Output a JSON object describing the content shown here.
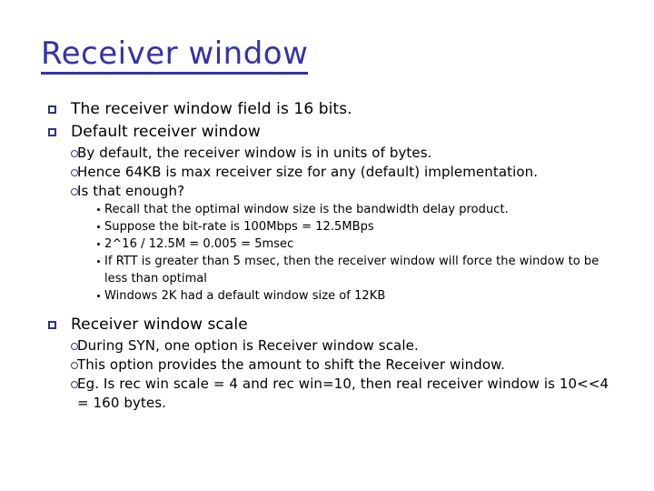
{
  "slide": {
    "title": "Receiver window",
    "title_color": "#3333AA",
    "background_color": "#FFFFFF",
    "text_color": "#000000",
    "marker_colors": {
      "level1_square": "#33337F",
      "level2_circle": "#3B3B7A",
      "level3_dot": "#000000"
    },
    "content": {
      "b1": "The receiver window field is 16 bits.",
      "b2": "Default receiver window",
      "b2_1": "By default, the receiver window is in units of bytes.",
      "b2_2": "Hence 64KB is max receiver size for any (default) implementation.",
      "b2_3": "Is that enough?",
      "b2_3_1": "Recall that the optimal window size is the bandwidth delay product.",
      "b2_3_2": "Suppose the bit-rate is 100Mbps = 12.5MBps",
      "b2_3_3": "2^16 / 12.5M = 0.005 = 5msec",
      "b2_3_4": "If RTT is greater than 5 msec, then the receiver window will force the window to be less than optimal",
      "b2_3_5": "Windows 2K had a default window size of 12KB",
      "b3": "Receiver window scale",
      "b3_1": "During SYN, one option is Receiver window scale.",
      "b3_2": "This option provides the amount to shift the Receiver window.",
      "b3_3": "Eg. Is rec win scale = 4 and rec win=10, then real receiver window is 10<<4 = 160 bytes."
    }
  }
}
